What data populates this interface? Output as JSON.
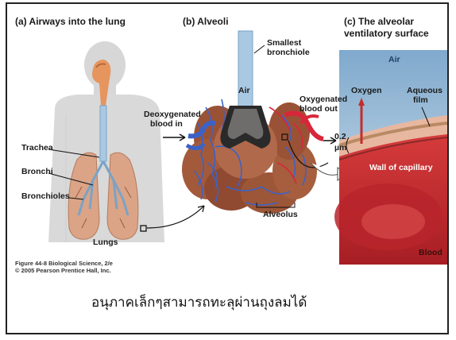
{
  "panels": {
    "a": {
      "title": "(a) Airways into the lung",
      "labels": {
        "trachea": "Trachea",
        "bronchi": "Bronchi",
        "bronchioles": "Bronchioles",
        "lungs": "Lungs"
      }
    },
    "b": {
      "title": "(b) Alveoli",
      "labels": {
        "smallest_bronchiole_1": "Smallest",
        "smallest_bronchiole_2": "bronchiole",
        "air": "Air",
        "deoxy_1": "Deoxygenated",
        "deoxy_2": "blood in",
        "oxy_1": "Oxygenated",
        "oxy_2": "blood out",
        "alveolus": "Alveolus"
      }
    },
    "c": {
      "title_1": "(c) The alveolar",
      "title_2": "ventilatory surface",
      "labels": {
        "air": "Air",
        "oxygen": "Oxygen",
        "aqueous_1": "Aqueous",
        "aqueous_2": "film",
        "thickness_value": "0.2",
        "thickness_unit": "µm",
        "wall": "Wall of capillary",
        "blood": "Blood"
      }
    }
  },
  "credit": {
    "line1": "Figure 44-8  Biological Science, 2/e",
    "line2": "© 2005 Pearson Prentice Hall, Inc."
  },
  "caption": "อนุภาคเล็กๆสามารถทะลุผ่านถุงลมได้",
  "colors": {
    "skin": "#d9d9d9",
    "lung": "#d9a58a",
    "airway": "#a9c9e3",
    "vessel_blue": "#3c62c7",
    "vessel_red": "#d8263a",
    "capillary_wall": "#c8302e",
    "air_sky": "#9cc0dc"
  }
}
